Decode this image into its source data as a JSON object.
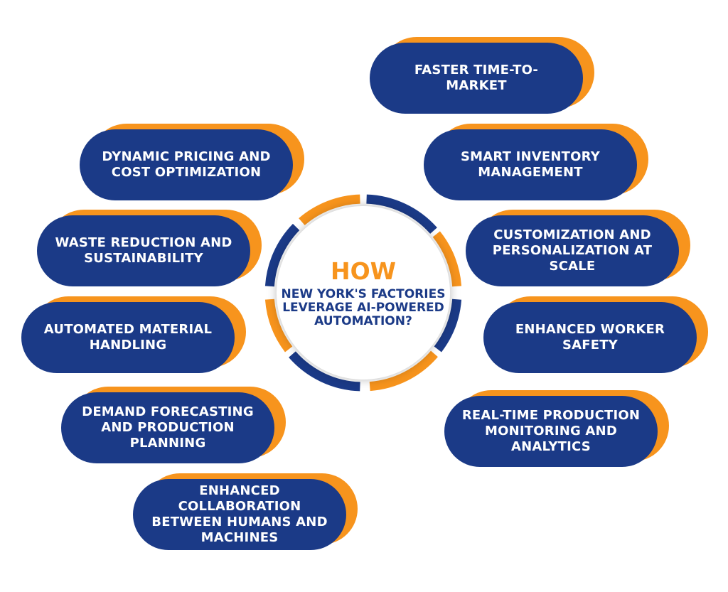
{
  "hub": {
    "word": "HOW",
    "question": "NEW YORK'S FACTORIES\nLEVERAGE AI-POWERED\nAUTOMATION?"
  },
  "items": {
    "faster_time_to_market": "FASTER TIME-TO-MARKET",
    "smart_inventory": "SMART INVENTORY\nMANAGEMENT",
    "customization": "CUSTOMIZATION AND\nPERSONALIZATION AT\nSCALE",
    "worker_safety": "ENHANCED WORKER\nSAFETY",
    "realtime_monitoring": "REAL-TIME PRODUCTION\nMONITORING AND\nANALYTICS",
    "dynamic_pricing": "DYNAMIC PRICING AND\nCOST OPTIMIZATION",
    "waste_reduction": "WASTE REDUCTION AND\nSUSTAINABILITY",
    "material_handling": "AUTOMATED MATERIAL\nHANDLING",
    "demand_forecasting": "DEMAND FORECASTING\nAND PRODUCTION\nPLANNING",
    "collaboration": "ENHANCED\nCOLLABORATION\nBETWEEN HUMANS AND\nMACHINES"
  },
  "colors": {
    "navy": "#1b3a87",
    "orange": "#f7941d",
    "white": "#ffffff"
  }
}
